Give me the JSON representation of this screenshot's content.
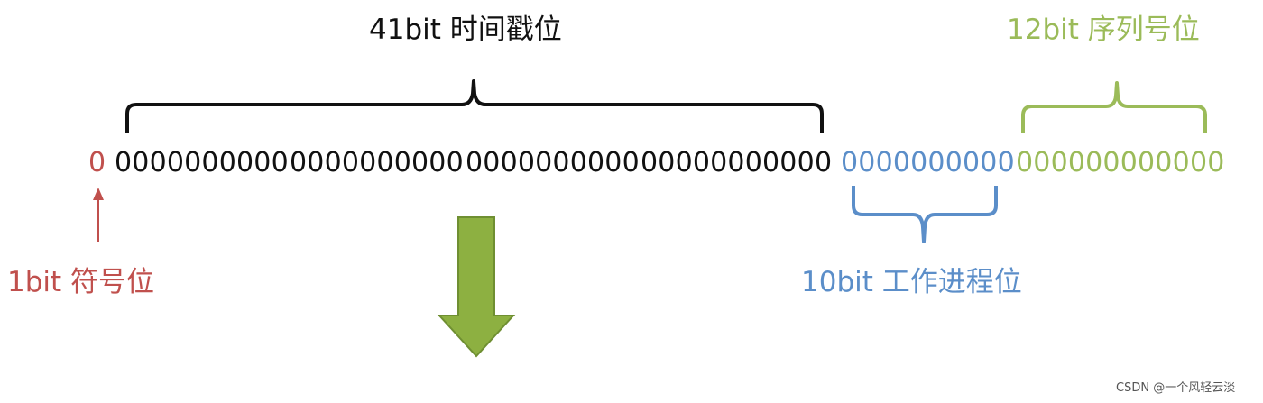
{
  "labels": {
    "timestamp": "41bit 时间戳位",
    "sequence": "12bit 序列号位",
    "sign": "1bit 符号位",
    "worker": "10bit 工作进程位"
  },
  "bits": {
    "sign": "0",
    "timestamp_group1": "0000000000",
    "timestamp_group2": "0000000000",
    "timestamp_group3": "0000000000",
    "timestamp_group4": "0000000000",
    "timestamp_last": "0",
    "worker": "0000000000",
    "sequence_group1": "0000000000",
    "sequence_group2": "00"
  },
  "watermark": "CSDN @一个风轻云淡",
  "colors": {
    "sign": "#c0392b",
    "timestamp": "#111111",
    "worker": "#5b8ec9",
    "sequence": "#8aab4e",
    "arrow_fill": "#8db041",
    "arrow_stroke": "#6f8f32"
  }
}
